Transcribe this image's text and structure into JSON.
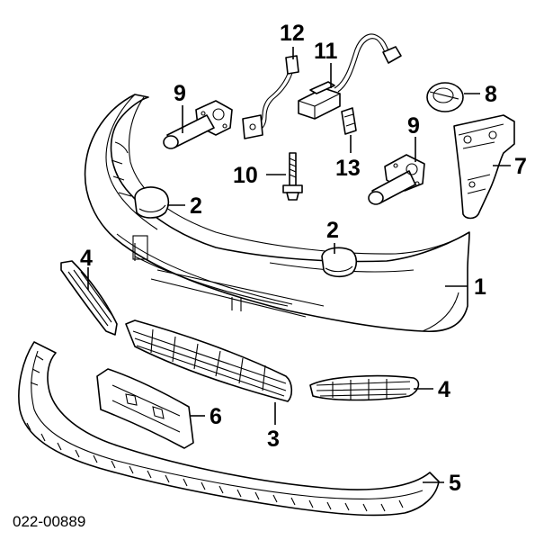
{
  "diagram_id": "022-00889",
  "callouts": {
    "c1": "1",
    "c2a": "2",
    "c2b": "2",
    "c3": "3",
    "c4a": "4",
    "c4b": "4",
    "c5": "5",
    "c6": "6",
    "c7": "7",
    "c8": "8",
    "c9a": "9",
    "c9b": "9",
    "c10": "10",
    "c11": "11",
    "c12": "12",
    "c13": "13"
  }
}
